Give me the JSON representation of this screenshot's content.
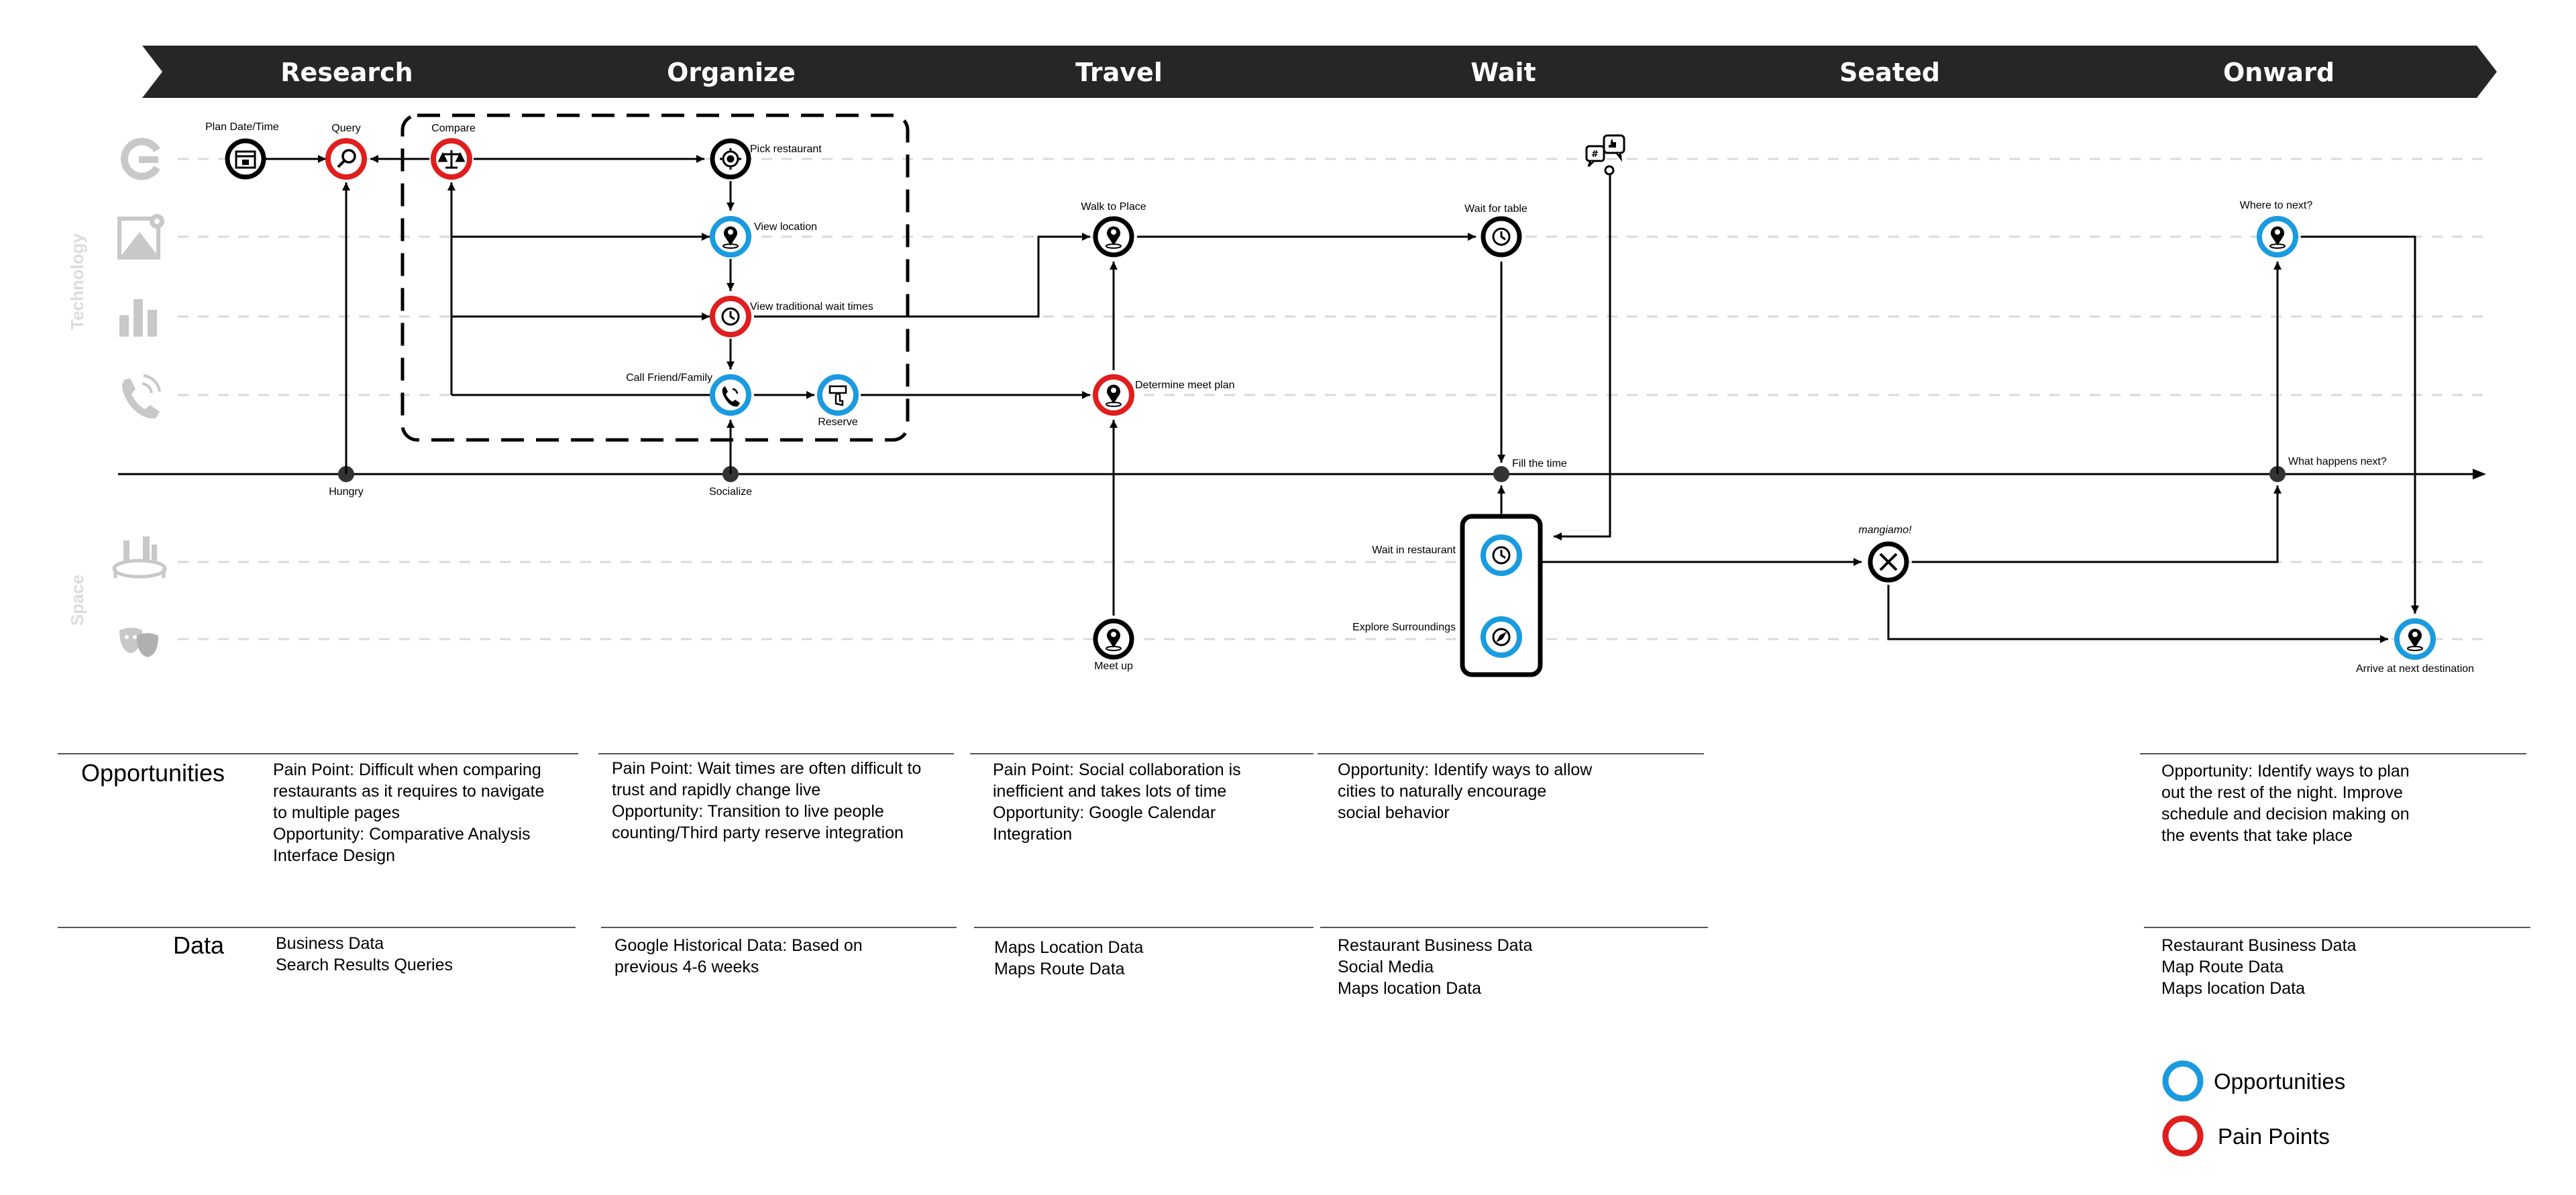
{
  "phases": [
    "Research",
    "Organize",
    "Travel",
    "Wait",
    "Seated",
    "Onward"
  ],
  "rows": {
    "technology_label": "Technology",
    "space_label": "Space"
  },
  "nodes": {
    "plan_date": "Plan Date/Time",
    "query": "Query",
    "compare": "Compare",
    "pick_restaurant": "Pick restaurant",
    "view_location": "View location",
    "view_wait_times": "View traditional wait times",
    "call_friend": "Call Friend/Family",
    "reserve": "Reserve",
    "walk_to_place": "Walk to Place",
    "determine_meet_plan": "Determine meet plan",
    "meet_up": "Meet up",
    "wait_for_table": "Wait for table",
    "fill_the_time": "Fill the time",
    "wait_in_restaurant": "Wait in restaurant",
    "explore_surroundings": "Explore Surroundings",
    "mangiamo": "mangiamo!",
    "where_to_next": "Where to next?",
    "what_happens_next": "What happens next?",
    "arrive_next": "Arrive at next destination",
    "hungry": "Hungry",
    "socialize": "Socialize"
  },
  "sections": {
    "opportunities_heading": "Opportunities",
    "data_heading": "Data",
    "opportunities": [
      [
        "Pain Point: Difficult when comparing",
        "restaurants as it requires to navigate",
        "to multiple pages",
        "",
        "Opportunity: Comparative Analysis",
        "Interface Design"
      ],
      [
        "Pain Point: Wait times are often difficult to",
        "trust and rapidly change live",
        "",
        "Opportunity: Transition to live people",
        "counting/Third party reserve integration"
      ],
      [
        "Pain Point: Social collaboration is",
        "inefficient and takes lots of time",
        "",
        "Opportunity: Google Calendar",
        "Integration"
      ],
      [
        "Opportunity: Identify ways to allow",
        "cities to naturally encourage",
        "social behavior"
      ],
      [
        "Opportunity: Identify ways to plan",
        "out the rest of the night. Improve",
        "schedule and decision making on",
        "the events that take place"
      ]
    ],
    "data": [
      [
        "Business Data",
        "Search Results Queries"
      ],
      [
        "Google Historical Data: Based on",
        "previous 4-6 weeks"
      ],
      [
        "Maps Location Data",
        "Maps Route Data"
      ],
      [
        "Restaurant Business Data",
        "Social Media",
        "Maps location Data"
      ],
      [
        "Restaurant Business Data",
        "Map Route Data",
        "Maps location Data"
      ]
    ]
  },
  "legend": {
    "opportunities": "Opportunities",
    "pain_points": "Pain Points"
  },
  "colors": {
    "opportunity": "#1a9be0",
    "pain_point": "#e01e1e",
    "neutral": "#000000",
    "phase_bar": "#262626",
    "row_icon": "#c8c8c8"
  }
}
